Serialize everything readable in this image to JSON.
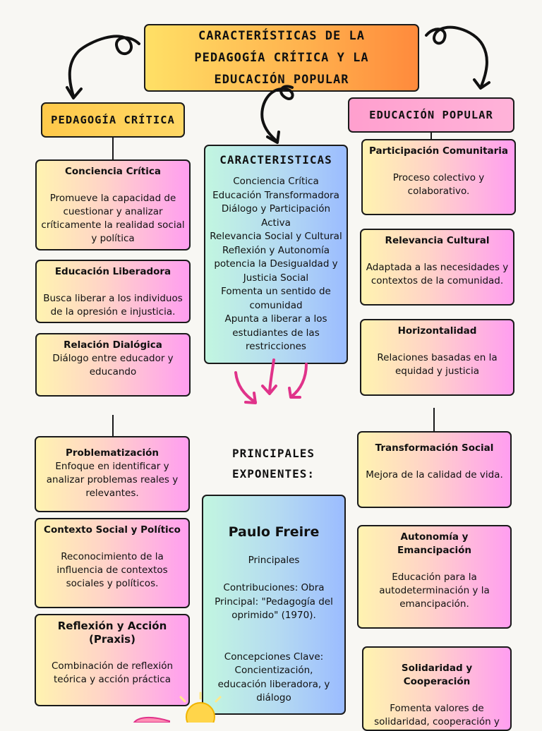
{
  "title": {
    "line1": "CARACTERÍSTICAS DE LA",
    "line2": "PEDAGOGÍA CRÍTICA Y LA",
    "line3": "EDUCACIÓN POPULAR"
  },
  "pedagogia": {
    "heading": "PEDAGOGÍA CRÍTICA",
    "cards": [
      {
        "title": "Conciencia Crítica",
        "text": "Promueve la capacidad de cuestionar y analizar críticamente la realidad social y política"
      },
      {
        "title": "Educación Liberadora",
        "text": "Busca liberar a los individuos de la opresión e injusticia."
      },
      {
        "title": "Relación Dialógica",
        "text": "Diálogo entre educador y educando"
      },
      {
        "title": "Problematización",
        "text": "Enfoque en identificar y analizar problemas reales y relevantes."
      },
      {
        "title": "Contexto Social y Político",
        "text": "Reconocimiento de la influencia de contextos sociales y políticos."
      },
      {
        "title": "Reflexión y Acción (Praxis)",
        "text": "Combinación de reflexión teórica y acción práctica"
      }
    ]
  },
  "caracteristicas": {
    "heading": "CARACTERISTICAS",
    "items": [
      "Conciencia Crítica",
      "Educación Transformadora",
      "Diálogo y Participación Activa",
      "Relevancia Social y Cultural",
      "Reflexión y Autonomía",
      "potencia la Desigualdad y Justicia Social",
      "Fomenta un sentido de comunidad",
      "Apunta a liberar a los estudiantes de las restricciones"
    ]
  },
  "exponentes": {
    "label_line1": "PRINCIPALES",
    "label_line2": "EXPONENTES:",
    "name": "Paulo Freire",
    "p1": "Principales",
    "p2": "Contribuciones: Obra Principal: \"Pedagogía del oprimido\" (1970).",
    "p3": "Concepciones Clave: Concientización, educación liberadora, y diálogo"
  },
  "educacion": {
    "heading": "EDUCACIÓN POPULAR",
    "cards": [
      {
        "title": "Participación Comunitaria",
        "text": "Proceso colectivo y colaborativo."
      },
      {
        "title": "Relevancia Cultural",
        "text": "Adaptada a las necesidades y contextos de la comunidad."
      },
      {
        "title": "Horizontalidad",
        "text": "Relaciones basadas en la equidad y justicia"
      },
      {
        "title": "Transformación Social",
        "text": "Mejora de la calidad de vida."
      },
      {
        "title": "Autonomía y Emancipación",
        "text": "Educación para la autodeterminación y la emancipación."
      },
      {
        "title": "Solidaridad y Cooperación",
        "text": "Fomenta valores de solidaridad, cooperación y"
      }
    ]
  },
  "colors": {
    "title_gradient": [
      "#ffe066",
      "#ff8a3c"
    ],
    "card_gradient": [
      "#fff3b0",
      "#ff9ef0"
    ],
    "center_gradient": [
      "#c2f6e0",
      "#9bbcff"
    ],
    "arrow_accent": "#e0338a"
  }
}
